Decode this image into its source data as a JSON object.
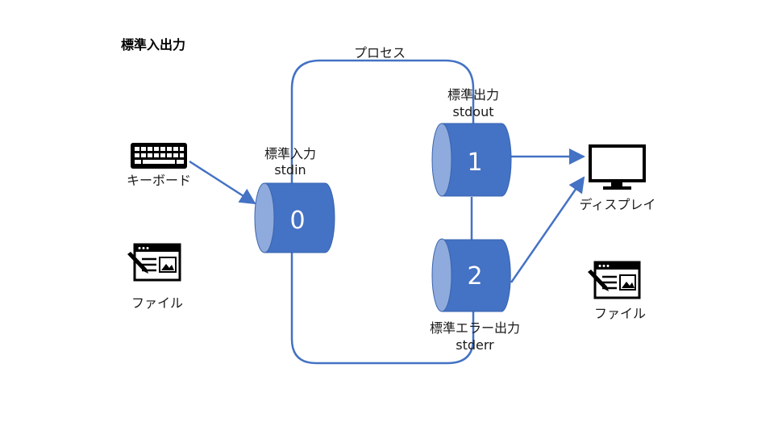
{
  "title": "標準入出力",
  "process_label": "プロセス",
  "stdin": {
    "label": "標準入力",
    "name": "stdin",
    "fd": "0"
  },
  "stdout": {
    "label": "標準出力",
    "name": "stdout",
    "fd": "1"
  },
  "stderr": {
    "label": "標準エラー出力",
    "name": "stderr",
    "fd": "2"
  },
  "inputs": {
    "keyboard": "キーボード",
    "file": "ファイル"
  },
  "outputs": {
    "display": "ディスプレイ",
    "file": "ファイル"
  },
  "colors": {
    "line": "#4472c4",
    "cylinder_body": "#4472c4",
    "cylinder_cap": "#8faadc",
    "icon": "#000000"
  }
}
